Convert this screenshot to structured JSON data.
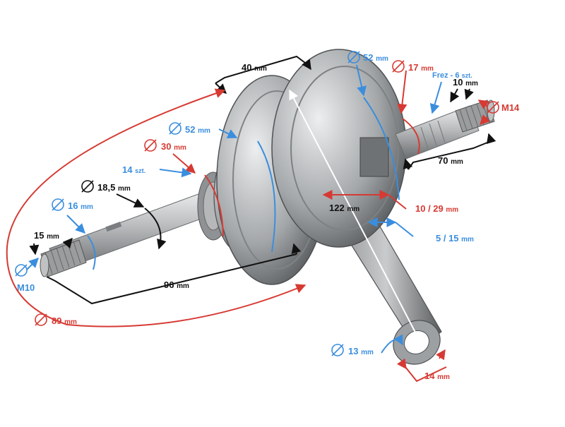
{
  "colors": {
    "black": "#111111",
    "blue": "#3b8ede",
    "red": "#d63a33",
    "metal_light": "#d9dadb",
    "metal_mid": "#a7a9ab",
    "metal_dark": "#5f6264"
  },
  "icons": {
    "diameter": "diameter-symbol-icon"
  },
  "labels": {
    "d40": "40",
    "d52_top": "52",
    "d17": "17",
    "frez": "Frez - 6",
    "d10": "10",
    "m14": "M14",
    "d52_mid": "52",
    "d30": "30",
    "d14szt": "14",
    "d18_5": "18,5",
    "d16": "16",
    "d15": "15",
    "m10": "M10",
    "d122": "122",
    "d10_29": "10 / 29",
    "d5_15": "5 / 15",
    "d70": "70",
    "d96": "96",
    "d89": "89",
    "d13": "13",
    "d14mm": "14"
  },
  "units": {
    "mm": "mm",
    "szt": "szt."
  }
}
